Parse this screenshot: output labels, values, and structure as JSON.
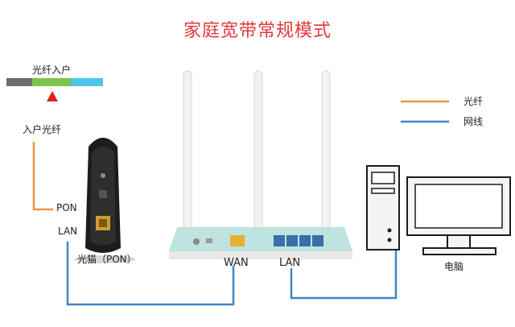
{
  "title": "家庭宽带常规模式",
  "fiber_bar_label": "光纤入户",
  "incoming_fiber_label": "入户光纤",
  "modem": {
    "name": "光猫（PON）",
    "port_pon": "PON",
    "port_lan": "LAN"
  },
  "router": {
    "port_wan": "WAN",
    "port_lan": "LAN"
  },
  "computer_label": "电脑",
  "legend": [
    {
      "label": "光纤",
      "color": "#f0943c"
    },
    {
      "label": "网线",
      "color": "#3f86c7"
    }
  ],
  "colors": {
    "fiber": "#f0943c",
    "cable": "#3f86c7",
    "title": "#e03a3a",
    "bar_gray": "#6d6d6d",
    "bar_green": "#7cc34b",
    "bar_blue": "#4cc4e8",
    "marker": "#e0201a"
  }
}
